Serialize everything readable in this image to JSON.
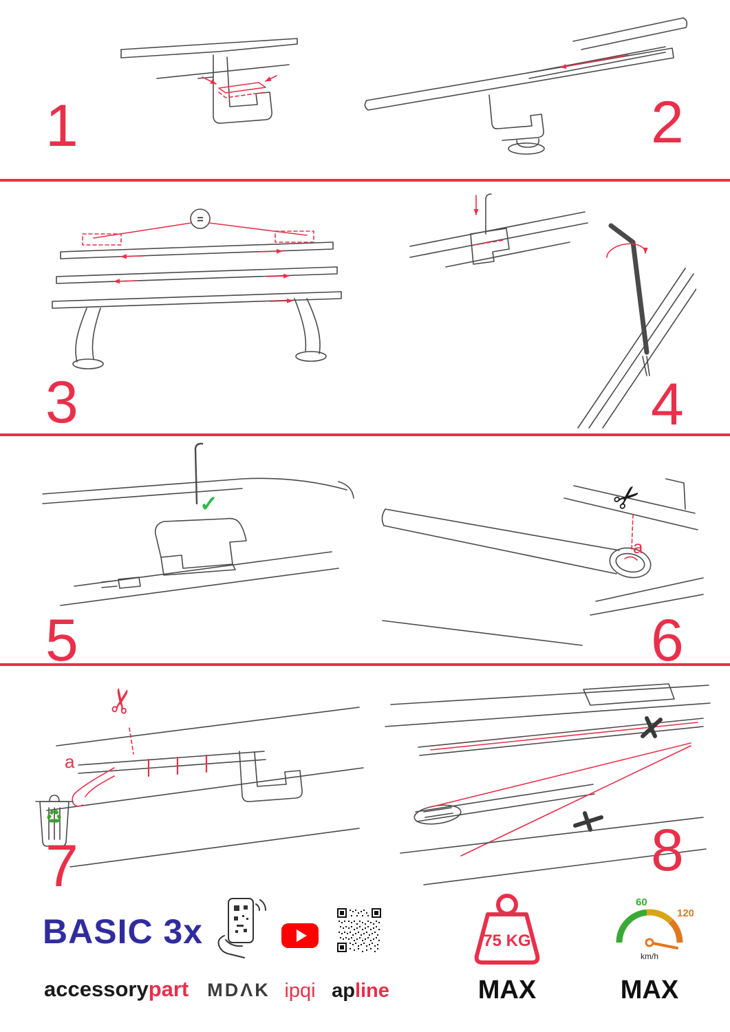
{
  "colors": {
    "accent_red": "#e8304a",
    "brand_blue": "#312c9e",
    "line_gray": "#4a4a4a",
    "check_green": "#2eb84b",
    "recycle_green": "#3aa22e",
    "gauge_green": "#3aa935",
    "gauge_yellow": "#d9a418",
    "gauge_orange": "#e07820",
    "youtube_red": "#ff0000"
  },
  "steps": [
    {
      "number": "1"
    },
    {
      "number": "2"
    },
    {
      "number": "3"
    },
    {
      "number": "4"
    },
    {
      "number": "5"
    },
    {
      "number": "6",
      "cut_label": "a"
    },
    {
      "number": "7",
      "cut_label": "a"
    },
    {
      "number": "8"
    }
  ],
  "annotations": {
    "equal": "="
  },
  "icons": {
    "scissors": "✂",
    "checkmark": "✓",
    "recycle": "♻"
  },
  "footer": {
    "product_name": "BASIC 3x",
    "brand_part1": "accessory",
    "brand_part2": "part",
    "logo_mdak": "MDΛK",
    "logo_ipqi": "ipqi",
    "logo_apline_part1": "ap",
    "logo_apline_part2": "line",
    "weight_value": "75 KG",
    "weight_max_label": "MAX",
    "gauge_low": "60",
    "gauge_high": "120",
    "gauge_unit": "km/h",
    "gauge_max_label": "MAX"
  }
}
